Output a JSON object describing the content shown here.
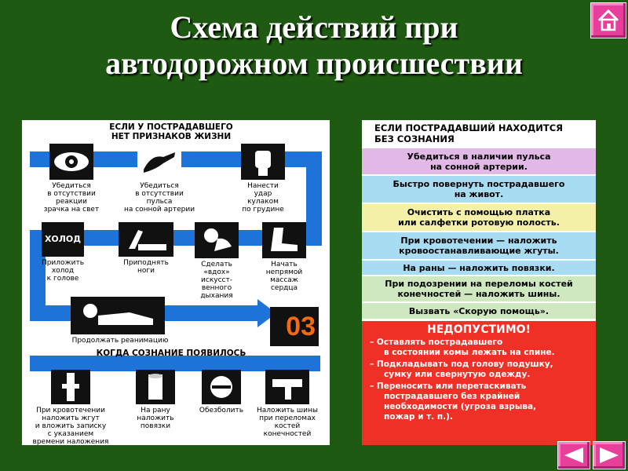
{
  "title": {
    "line1": "Схема действий при",
    "line2": "автодорожном происшествии"
  },
  "left_panel": {
    "heading_no_life": [
      "ЕСЛИ У ПОСТРАДАВШЕГО",
      "НЕТ ПРИЗНАКОВ ЖИЗНИ"
    ],
    "steps_row1": [
      {
        "lines": [
          "Убедиться",
          "в отсутствии",
          "реакции",
          "зрачка на свет"
        ]
      },
      {
        "lines": [
          "Убедиться",
          "в отсутствии",
          "пульса",
          "на сонной артерии"
        ]
      },
      {
        "lines": [
          "Нанести",
          "удар",
          "кулаком",
          "по грудине"
        ]
      }
    ],
    "steps_row2": [
      {
        "lines": [
          "Приложить",
          "холод",
          "к голове"
        ]
      },
      {
        "lines": [
          "Приподнять",
          "ноги"
        ]
      },
      {
        "lines": [
          "Сделать",
          "«вдох»",
          "искусст-",
          "венного",
          "дыхания"
        ]
      },
      {
        "lines": [
          "Начать",
          "непрямой",
          "массаж",
          "сердца"
        ]
      }
    ],
    "cold_label": "ХОЛОД",
    "continue_label": "Продолжать реанимацию",
    "phone_number": "03",
    "heading_conscious": "КОГДА СОЗНАНИЕ ПОЯВИЛОСЬ",
    "steps_row3": [
      {
        "lines": [
          "При кровотечении",
          "наложить жгут",
          "и вложить записку",
          "с указанием",
          "времени наложения"
        ]
      },
      {
        "lines": [
          "На рану",
          "наложить",
          "повязки"
        ]
      },
      {
        "lines": [
          "Обезболить"
        ]
      },
      {
        "lines": [
          "Наложить шины",
          "при переломах",
          "костей",
          "конечностей"
        ]
      }
    ]
  },
  "right_panel": {
    "heading": [
      "ЕСЛИ ПОСТРАДАВШИЙ НАХОДИТСЯ",
      "БЕЗ СОЗНАНИЯ"
    ],
    "bands": [
      {
        "lines": [
          "Убедиться в наличии пульса",
          "на сонной артерии."
        ],
        "color": "#e2b8e6"
      },
      {
        "lines": [
          "Быстро повернуть пострадавшего",
          "на живот."
        ],
        "color": "#a8dcf2"
      },
      {
        "lines": [
          "Очистить с помощью платка",
          "или салфетки ротовую полость."
        ],
        "color": "#f4f0a8"
      },
      {
        "lines": [
          "При кровотечении — наложить",
          "кровоостанавливающие жгуты."
        ],
        "color": "#a8dcf2"
      },
      {
        "lines": [
          "На раны — наложить повязки."
        ],
        "color": "#a8dcf2"
      },
      {
        "lines": [
          "При подозрении на переломы костей",
          "конечностей — наложить шины."
        ],
        "color": "#cfe8c0"
      },
      {
        "lines": [
          "Вызвать «Скорую помощь»."
        ],
        "color": "#cfe8c0"
      }
    ],
    "banned_title": "НЕДОПУСТИМО!",
    "banned_items": [
      {
        "lines": [
          "– Оставлять пострадавшего",
          "в состоянии комы лежать на спине."
        ]
      },
      {
        "lines": [
          "– Подкладывать под голову подушку,",
          "сумку или свернутую одежду."
        ]
      },
      {
        "lines": [
          "– Переносить или перетаскивать",
          "пострадавшего без крайней",
          "необходимости (угроза взрыва,",
          "пожар и т. п.)."
        ]
      }
    ]
  },
  "nav": {
    "home_icon": "home-icon",
    "prev_icon": "arrow-left-icon",
    "next_icon": "arrow-right-icon"
  },
  "colors": {
    "background": "#1f5a12",
    "button": "#e8409a",
    "arrow_band": "#1e73d8",
    "banned": "#ee3026"
  }
}
